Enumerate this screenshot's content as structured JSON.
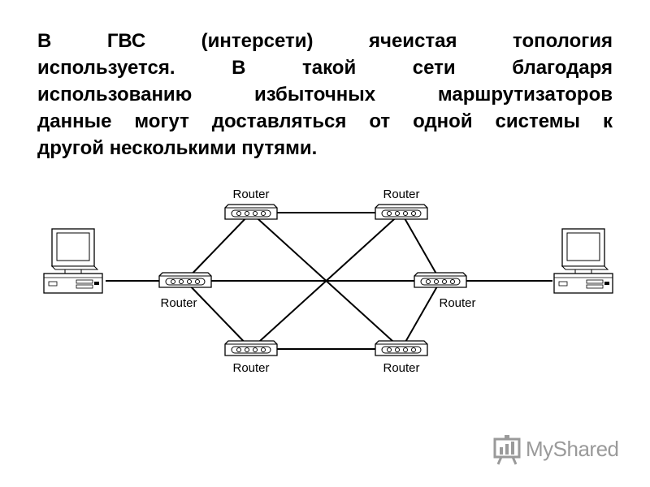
{
  "paragraph": {
    "lines": [
      "В ГВС (интерсети) ячеистая топология",
      "используется. В такой сети благодаря",
      "использованию избыточных маршрутизаторов",
      "данные могут доставляться от одной системы к",
      "другой несколькими путями."
    ]
  },
  "diagram": {
    "router_label": "Router",
    "routers": [
      {
        "id": "top-left",
        "label": "Router"
      },
      {
        "id": "top-right",
        "label": "Router"
      },
      {
        "id": "middle-left",
        "label": "Router"
      },
      {
        "id": "middle-right",
        "label": "Router"
      },
      {
        "id": "bottom-left",
        "label": "Router"
      },
      {
        "id": "bottom-right",
        "label": "Router"
      }
    ],
    "computers": [
      {
        "id": "left-computer"
      },
      {
        "id": "right-computer"
      }
    ],
    "links": [
      [
        "left-computer",
        "middle-left"
      ],
      [
        "middle-left",
        "middle-right"
      ],
      [
        "middle-right",
        "right-computer"
      ],
      [
        "top-left",
        "top-right"
      ],
      [
        "bottom-left",
        "bottom-right"
      ],
      [
        "middle-left",
        "top-left"
      ],
      [
        "middle-left",
        "bottom-left"
      ],
      [
        "top-right",
        "middle-right"
      ],
      [
        "bottom-right",
        "middle-right"
      ],
      [
        "top-left",
        "bottom-right"
      ],
      [
        "top-right",
        "bottom-left"
      ]
    ]
  },
  "watermark": {
    "text": "MyShared",
    "icon": "presentation-board-icon",
    "color": "#9a9a9a"
  }
}
